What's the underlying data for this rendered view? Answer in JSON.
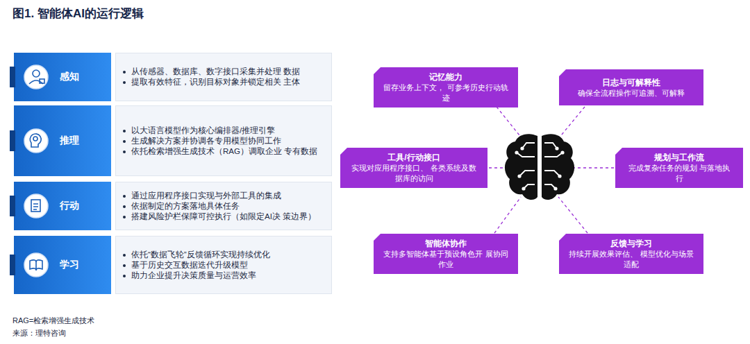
{
  "diagram": {
    "title": "图1. 智能体AI的运行逻辑",
    "nodes": [
      {
        "text": [
          "感知"
        ]
      },
      {
        "text": [
          "从传感器、数据库、数字接口采集并处理 数据",
          "提取有效特征，识别目标对象并锁定相关 主体"
        ]
      },
      {
        "text": [
          "推理"
        ]
      },
      {
        "text": [
          "以大语言模型作为核心编排器/推理引擎",
          "生成解决方案并协调各专用模型协同工作",
          "依托检索增强生成技术（RAG）调取企业 专有数据"
        ]
      },
      {
        "text": [
          "行动"
        ]
      },
      {
        "text": [
          "通过应用程序接口实现与外部工具的集成",
          "依据制定的方案落地具体任务",
          "搭建风险护栏保障可控执行（如限定AI决 策边界）"
        ]
      },
      {
        "text": [
          "学习"
        ]
      },
      {
        "text": [
          "依托“数据飞轮”反馈循环实现持续优化",
          "基于历史交互数据迭代升级模型",
          "助力企业提升决策质量与运营效率"
        ]
      },
      {
        "text": [
          "记忆能力",
          "留存业务上下文， 可参考历史行动轨迹"
        ]
      },
      {
        "text": [
          "日志与可解释性",
          "确保全流程操作可追溯、可解释"
        ]
      },
      {
        "text": [
          "工具/行动接口",
          "实现对应用程序接口、 各类系统及数据库的访问"
        ]
      },
      {
        "text": [
          "规划与工作流",
          "完成复杂任务的规划 与落地执行"
        ]
      },
      {
        "text": [
          "智能体协作",
          "支持多智能体基于预设角色开 展协同作业"
        ]
      },
      {
        "text": [
          "反馈与学习",
          "持续开展效果评估、 模型优化与场景适配"
        ]
      }
    ],
    "labels": [
      "RAG=检索增强生成技术",
      "来源：理特咨询"
    ]
  }
}
